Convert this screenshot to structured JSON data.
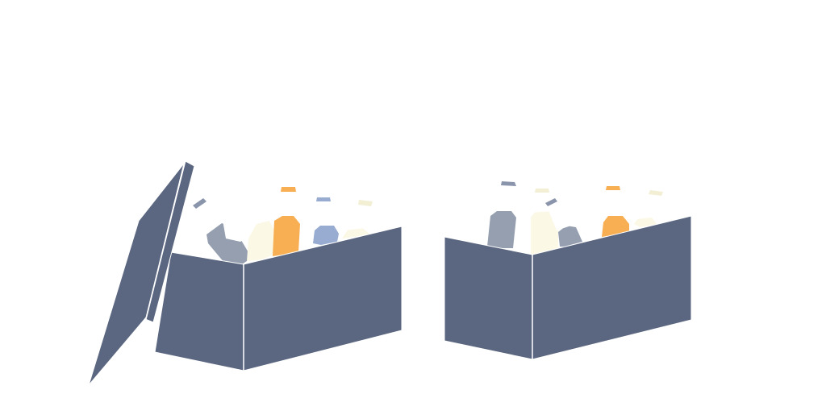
{
  "colors": {
    "background": "#ffffff",
    "box": "#5b6780",
    "edge": "#ffffff",
    "bottle_white": "#ffffff",
    "bottle_cream": "#fbf8e6",
    "bottle_orange": "#f8ae52",
    "bottle_blue": "#98abd0",
    "bottle_gray": "#959fb0",
    "cap_gray": "#8a95ab",
    "cap_cream": "#f3efd4"
  },
  "illustration": {
    "open_box": {
      "lid": "open",
      "bottles": [
        "white",
        "gray",
        "cream",
        "orange",
        "blue",
        "cream"
      ]
    },
    "closed_box": {
      "lid": "none",
      "bottles": [
        "white",
        "gray",
        "cream",
        "gray",
        "orange",
        "cream"
      ]
    }
  }
}
